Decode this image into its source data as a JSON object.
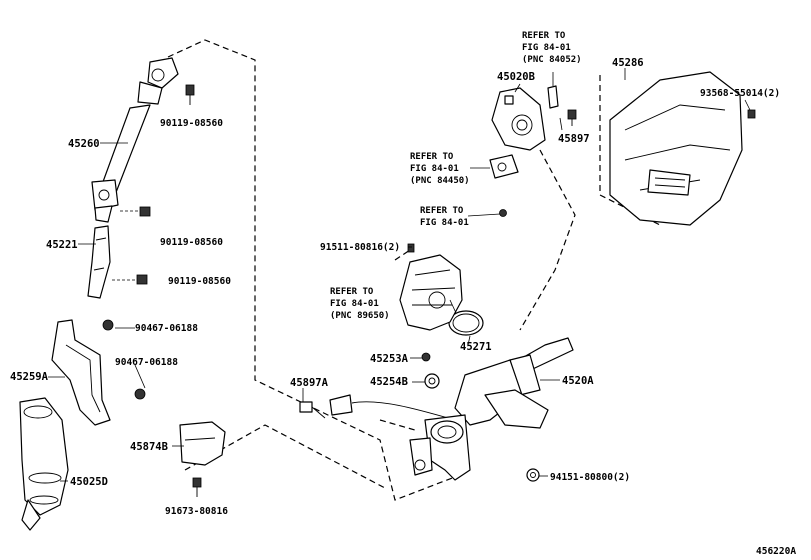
{
  "labels": {
    "p45260": "45260",
    "p45221": "45221",
    "p45259A": "45259A",
    "p45025D": "45025D",
    "p90119a": "90119-08560",
    "p90119b": "90119-08560",
    "p90119c": "90119-08560",
    "p90467a": "90467-06188",
    "p90467b": "90467-06188",
    "p45874B": "45874B",
    "p91673": "91673-80816",
    "p45897A": "45897A",
    "p91511": "91511-80816(2)",
    "p45253A": "45253A",
    "p45254B": "45254B",
    "p45271": "45271",
    "p4520A": "4520A",
    "p94151": "94151-80800(2)",
    "p45020B": "45020B",
    "p45897": "45897",
    "p45286": "45286",
    "p93568": "93568-55014(2)",
    "diagram_code": "456220A"
  },
  "refs": {
    "r84052": {
      "line1": "REFER TO",
      "line2": "FIG 84-01",
      "line3": "(PNC 84052)"
    },
    "r84450": {
      "line1": "REFER TO",
      "line2": "FIG 84-01",
      "line3": "(PNC 84450)"
    },
    "r8401": {
      "line1": "REFER TO",
      "line2": "FIG 84-01"
    },
    "r89650": {
      "line1": "REFER TO",
      "line2": "FIG 84-01",
      "line3": "(PNC 89650)"
    }
  }
}
